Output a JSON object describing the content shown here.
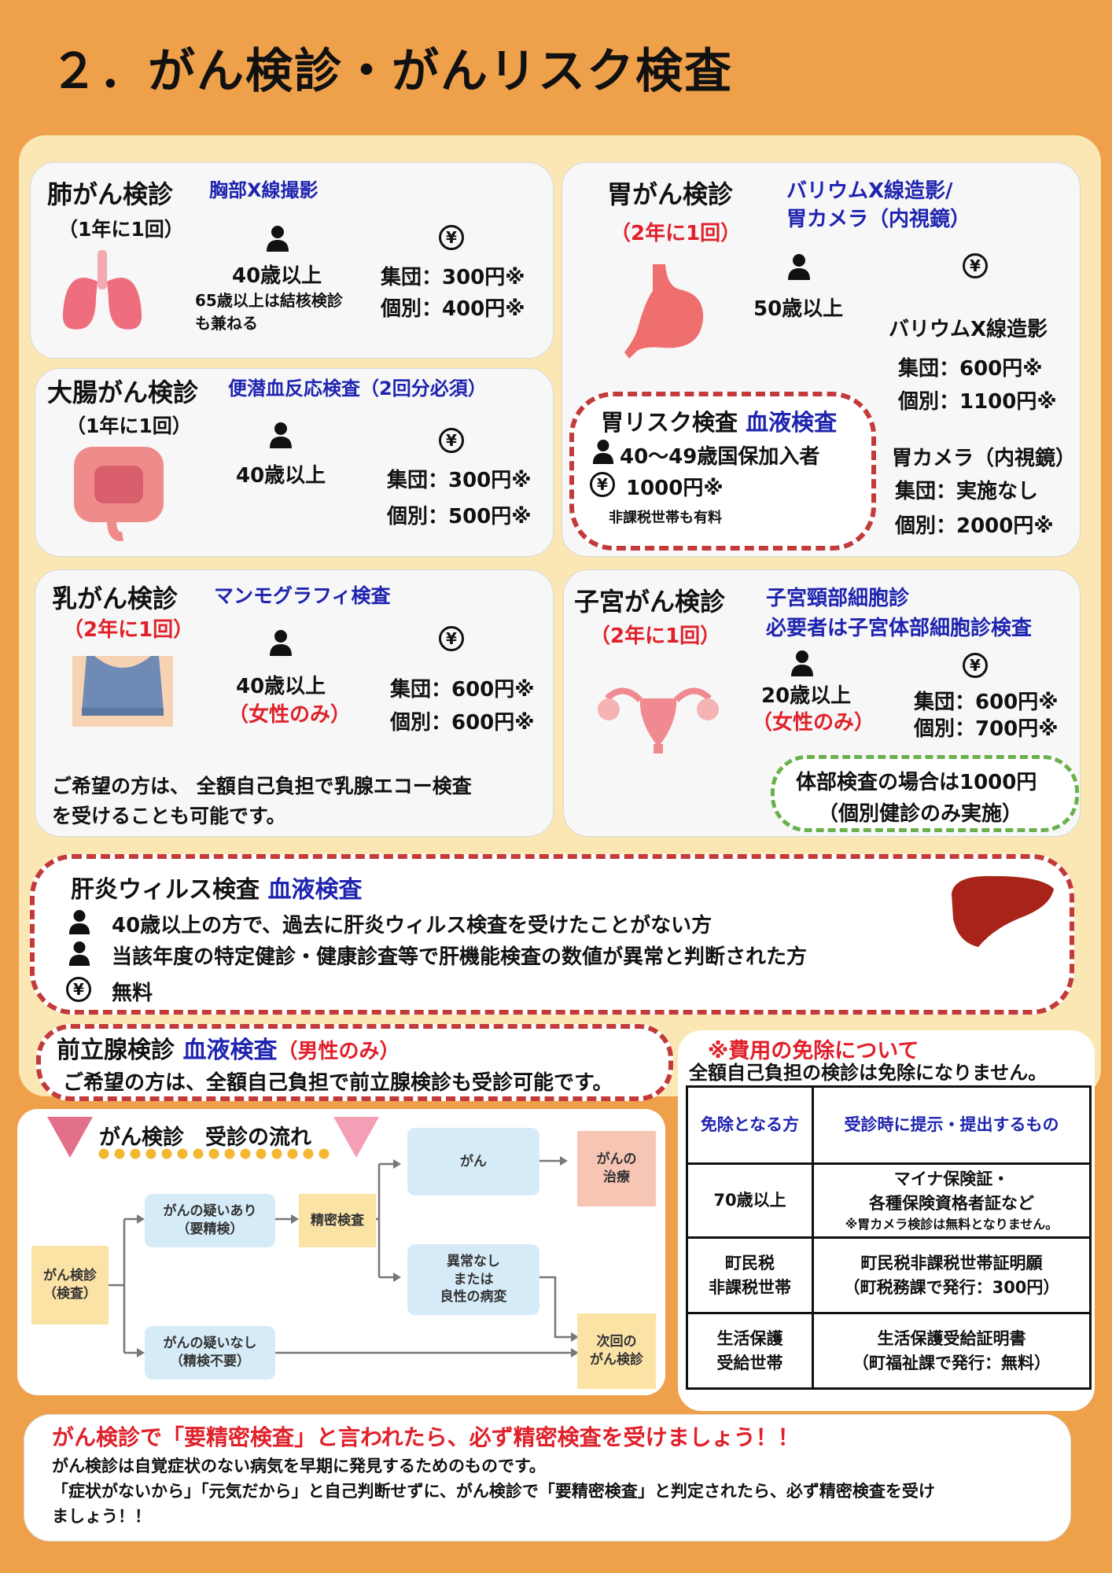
{
  "title": "２．がん検診・がんリスク検査",
  "lung": {
    "title": "肺がん検診",
    "method": "胸部X線撮影",
    "freq": "（1年に1回）",
    "age": "40歳以上",
    "note1": "65歳以上は結核検診",
    "note2": "も兼ねる",
    "fee1": "集団：300円※",
    "fee2": "個別：400円※"
  },
  "colon": {
    "title": "大腸がん検診",
    "method": "便潜血反応検査（2回分必須）",
    "freq": "（1年に1回）",
    "age": "40歳以上",
    "fee1": "集団：300円※",
    "fee2": "個別：500円※"
  },
  "stomach": {
    "title": "胃がん検診",
    "method1": "バリウムX線造影/",
    "method2": "胃カメラ（内視鏡）",
    "freq": "（2年に1回）",
    "age": "50歳以上",
    "barium_label": "バリウムX線造影",
    "barium_fee1": "集団：600円※",
    "barium_fee2": "個別：1100円※",
    "camera_label": "胃カメラ（内視鏡）",
    "camera_fee1": "集団：実施なし",
    "camera_fee2": "個別：2000円※"
  },
  "stomach_risk": {
    "title": "胃リスク検査",
    "method": "血液検査",
    "target": "40～49歳国保加入者",
    "fee": "1000円※",
    "note": "非課税世帯も有料"
  },
  "breast": {
    "title": "乳がん検診",
    "method": "マンモグラフィ検査",
    "freq": "（2年に1回）",
    "age": "40歳以上",
    "gender": "（女性のみ）",
    "fee1": "集団：600円※",
    "fee2": "個別：600円※",
    "note1": "ご希望の方は、 全額自己負担で乳腺エコー検査",
    "note2": "を受けることも可能です。"
  },
  "uterus": {
    "title": "子宮がん検診",
    "method1": "子宮頸部細胞診",
    "method2": "必要者は子宮体部細胞診検査",
    "freq": "（2年に1回）",
    "age": "20歳以上",
    "gender": "（女性のみ）",
    "fee1": "集団：600円※",
    "fee2": "個別：700円※",
    "note1": "体部検査の場合は1000円",
    "note2": "（個別健診のみ実施）"
  },
  "hepatitis": {
    "title": "肝炎ウィルス検査",
    "method": "血液検査",
    "line1": "40歳以上の方で、過去に肝炎ウィルス検査を受けたことがない方",
    "line2": "当該年度の特定健診・健康診査等で肝機能検査の数値が異常と判断された方",
    "fee": "無料"
  },
  "prostate": {
    "title": "前立腺検診",
    "method": "血液検査",
    "gender": "（男性のみ）",
    "note": "ご希望の方は、全額自己負担で前立腺検診も受診可能です。"
  },
  "flow": {
    "title": "がん検診　受診の流れ",
    "exam1": "がん検診",
    "exam2": "（検査）",
    "suspect1": "がんの疑いあり",
    "suspect2": "（要精検）",
    "nosuspect1": "がんの疑いなし",
    "nosuspect2": "（精検不要）",
    "detailed": "精密検査",
    "cancer": "がん",
    "normal1": "異常なし",
    "normal2": "または",
    "normal3": "良性の病変",
    "treat1": "がんの",
    "treat2": "治療",
    "next1": "次回の",
    "next2": "がん検診"
  },
  "exemption": {
    "title": "※費用の免除について",
    "subtitle": "全額自己負担の検診は免除になりません。",
    "col1": "免除となる方",
    "col2": "受診時に提示・提出するもの",
    "r1c1": "70歳以上",
    "r1c2a": "マイナ保険証・",
    "r1c2b": "各種保険資格者証など",
    "r1c2c": "※胃カメラ検診は無料となりません。",
    "r2c1a": "町民税",
    "r2c1b": "非課税世帯",
    "r2c2a": "町民税非課税世帯証明願",
    "r2c2b": "（町税務課で発行：300円）",
    "r3c1a": "生活保護",
    "r3c1b": "受給世帯",
    "r3c2a": "生活保護受給証明書",
    "r3c2b": "（町福祉課で発行：無料）"
  },
  "bottom": {
    "headline": "がん検診で「要精密検査」と言われたら、必ず精密検査を受けましょう！！",
    "line1": "がん検診は自覚症状のない病気を早期に発見するためのものです。",
    "line2": "「症状がないから」「元気だから」と自己判断せずに、がん検診で「要精密検査」と判定されたら、必ず精密検査を受け",
    "line3": "ましょう！！"
  },
  "icons": {
    "person": "person-icon",
    "yen": "¥"
  }
}
